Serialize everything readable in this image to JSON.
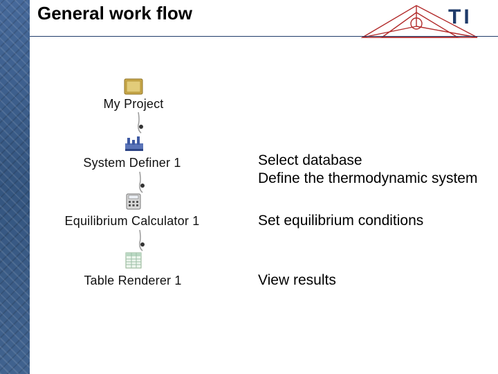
{
  "slide": {
    "title": "General work flow",
    "logo_text": "TI"
  },
  "tree": {
    "nodes": [
      {
        "label": "My Project",
        "icon": "folder-icon"
      },
      {
        "label": "System Definer 1",
        "icon": "system-definer-icon"
      },
      {
        "label": "Equilibrium Calculator 1",
        "icon": "calculator-icon"
      },
      {
        "label": "Table Renderer 1",
        "icon": "table-icon"
      }
    ]
  },
  "steps": [
    {
      "line1": "Select database",
      "line2": "Define the thermodynamic system"
    },
    {
      "line1": "Set equilibrium conditions"
    },
    {
      "line1": "View results"
    }
  ],
  "colors": {
    "sidebar": "#3d5f8f",
    "header_rule": "#1f3b6a",
    "logo_red": "#b22a2a",
    "logo_blue": "#1f3b6a"
  }
}
